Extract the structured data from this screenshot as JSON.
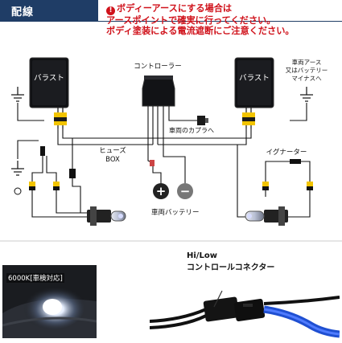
{
  "header": {
    "title": "配線"
  },
  "warning": {
    "line1": "ボディーアースにする場合は",
    "line2": "アースポイントで確実に行ってください。",
    "line3": "ボディ塗装による電流遮断にご注意ください。"
  },
  "labels": {
    "ballast_left": "バラスト",
    "ballast_right": "バラスト",
    "controller": "コントローラー",
    "vehicle_coupler": "車両のカプラへ",
    "fuse_line1": "ヒューズ",
    "fuse_line2": "BOX",
    "battery": "車両バッテリー",
    "battery_plus": "+",
    "battery_minus": "−",
    "ground_line1": "車両アース",
    "ground_line2": "又はバッテリー",
    "ground_line3": "マイナスへ",
    "igniter": "イグナーター"
  },
  "photo_left": {
    "caption": "6000K[車検対応]"
  },
  "photo_right": {
    "caption_line1": "Hi/Low",
    "caption_line2": "コントロールコネクター"
  },
  "colors": {
    "accent_red": "#d0121b",
    "header_bg": "#1f3d66",
    "wire_yellow": "#f2c400",
    "wire_blue": "#1f4fd1"
  }
}
